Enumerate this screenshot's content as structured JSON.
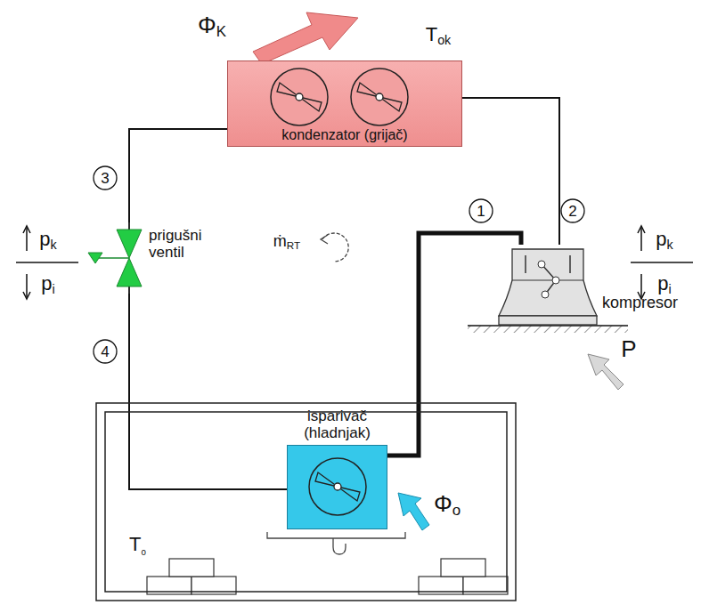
{
  "diagram": {
    "nodes": [
      {
        "text": [
          "kondenzator (grijač)"
        ]
      },
      {
        "text": [
          "prigušni ventil"
        ]
      },
      {
        "text": [
          "kompresor"
        ]
      },
      {
        "text": [
          "Tₒ"
        ]
      },
      {
        "text": [
          "isparivač (hladnjak)"
        ],
        "in": 3
      }
    ],
    "edges": [
      {
        "from": 0,
        "to": 1,
        "arrow": "none"
      },
      {
        "from": 1,
        "to": 4,
        "arrow": "none"
      },
      {
        "from": 4,
        "to": 2,
        "arrow": "none"
      },
      {
        "from": 2,
        "to": 0,
        "arrow": "none"
      }
    ],
    "labels": [
      "ΦK",
      "Tok",
      "3",
      "4",
      "1",
      "2",
      "pk",
      "pi",
      "pk",
      "pi",
      "ṁRT",
      "Φo",
      "P"
    ]
  }
}
